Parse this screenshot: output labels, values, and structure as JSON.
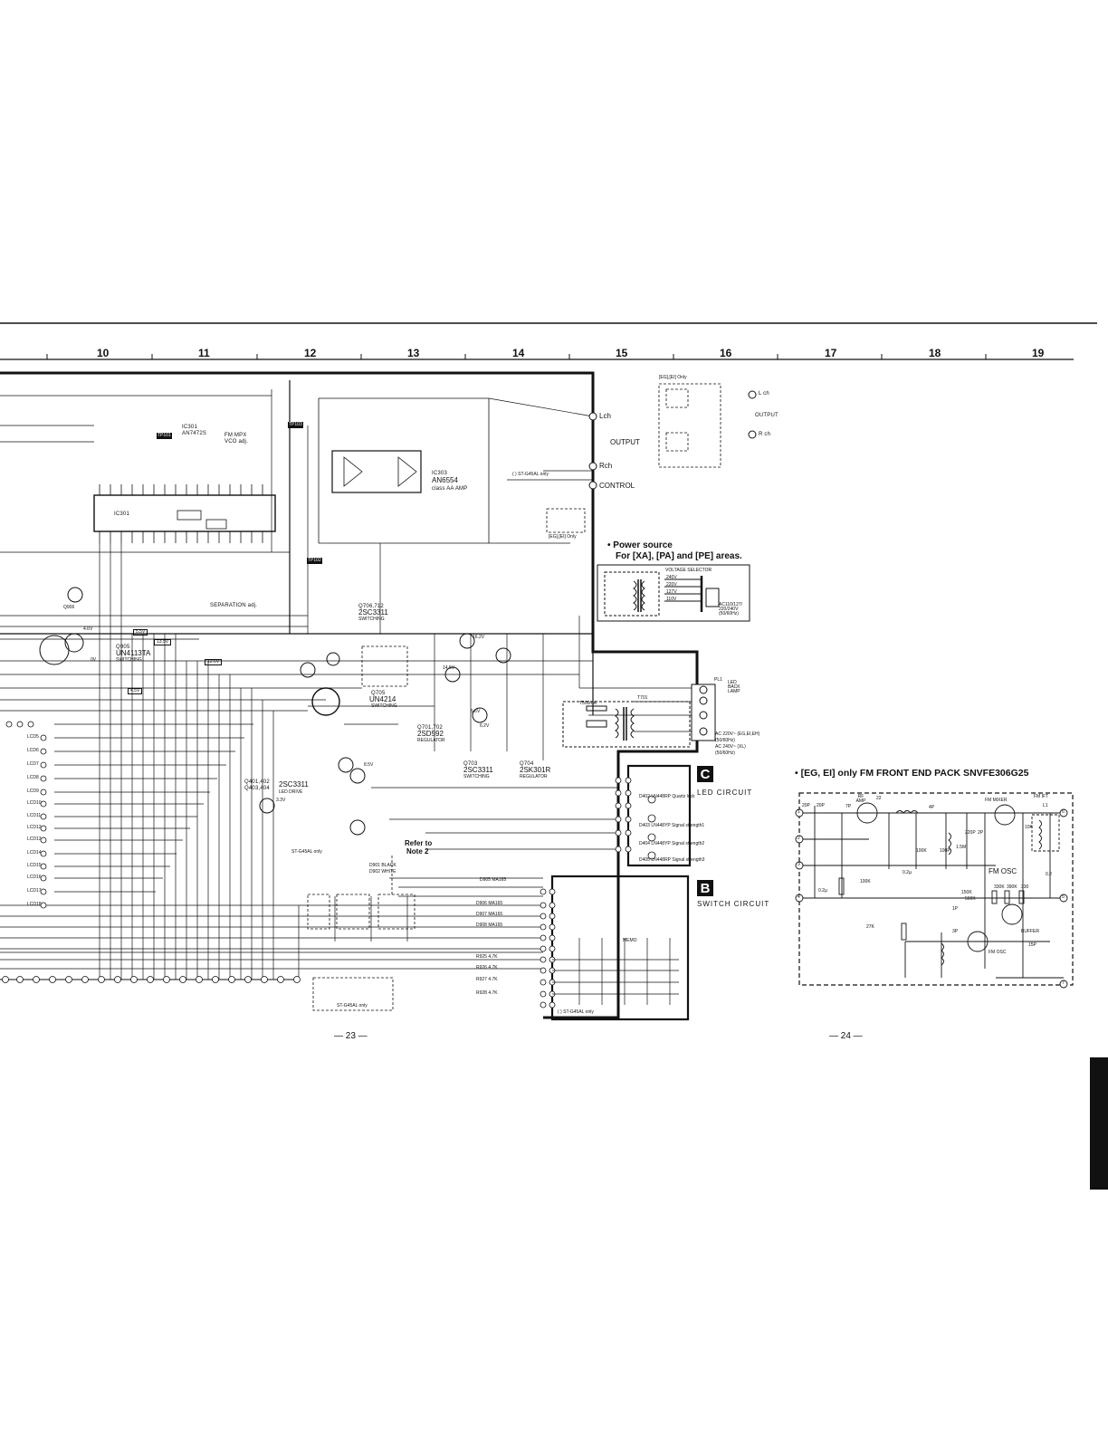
{
  "page": {
    "column_numbers": [
      "10",
      "11",
      "12",
      "13",
      "14",
      "15",
      "16",
      "17",
      "18",
      "19"
    ],
    "page_left": "— 23 —",
    "page_right": "— 24 —"
  },
  "ic301": {
    "ref": "IC301",
    "part": "AN7472S",
    "desc": "FM MPX",
    "desc2": "VCO adj.",
    "body": "IC301"
  },
  "ic303": {
    "ref": "IC303",
    "part": "AN6554",
    "desc": "class AA AMP"
  },
  "outputs": {
    "lch": "Lch",
    "rch": "Rch",
    "output": "OUTPUT",
    "control": "CONTROL",
    "st_note": "( ) ST-G45AL only",
    "eg_ei_only": "[EG],[EI] Only",
    "eg_ei_only2": "[EG],[EI] Only",
    "out_lch": "L ch",
    "out_rch": "R ch",
    "out_label": "OUTPUT"
  },
  "power_source": {
    "title": "• Power source",
    "subtitle": "For [XA], [PA] and [PE] areas.",
    "voltage_selector": "VOLTAGE SELECTOR",
    "volts": [
      "240V",
      "220V",
      "127V",
      "110V"
    ],
    "ac_note": "AC110/127/ 220/240V (50/60Hz)"
  },
  "transistors": {
    "q706": "Q706,712",
    "q706_part": "2SC3311",
    "q706_desc": "SWITCHING",
    "q905": "Q905",
    "q905_part": "UN4113TA",
    "q905_desc": "SWITCHING",
    "q705": "Q705",
    "q705_part": "UN4214",
    "q705_desc": "SWITCHING",
    "q701": "Q701,702",
    "q701_part": "2SD592",
    "q701_desc": "REGULATOR",
    "q703": "Q703",
    "q703_part": "2SC3311",
    "q703_desc": "SWITCHING",
    "q704": "Q704",
    "q704_part": "2SK301R",
    "q704_desc": "REGULATOR",
    "q401": "Q401,402",
    "q401b": "Q403,404",
    "q401_part": "2SC3311",
    "q401_desc": "LED DRIVE",
    "separation": "SEPARATION adj.",
    "tp101": "TP101",
    "tp102": "TP102",
    "tp103": "TP103",
    "q906": "Q906"
  },
  "voltages": [
    "5.5V",
    "13.5V",
    "12.6V",
    "4.5V",
    "3.3V",
    "16.2V",
    "6.2V",
    "5.6V",
    "4.6V",
    "0V",
    "14.5V",
    "8.5V"
  ],
  "led_circuit": {
    "badge": "C",
    "title": "LED CIRCUIT",
    "items": [
      "D402 LN448RP Quartz lock",
      "D403 LN448YP Signal strength1",
      "D404 LN448YP Signal strength2",
      "D405 LN448RP Signal strength3"
    ]
  },
  "switch_circuit": {
    "badge": "B",
    "title": "SWITCH CIRCUIT",
    "diodes": [
      "D905 MA165",
      "D906 MA165",
      "D907 MA165",
      "D908 MA165"
    ],
    "resistors": [
      "R925 4.7K",
      "R926 4.7K",
      "R927 4.7K",
      "R928 4.7K"
    ],
    "note": "( ) ST-G45AL only",
    "memo": "MEMO"
  },
  "notes": {
    "refer": "Refer to",
    "refer2": "Note 2",
    "d901": "D901 BLACK",
    "d902": "D902 WHITE",
    "st_only": "ST-G45AL only",
    "st_only2": "ST-G45AL only"
  },
  "ac_labels": {
    "pl1": "PL1",
    "led_back": "LED BACK LAMP",
    "ac1": "AC 220V~ (EG,EI,EH)",
    "ac1b": "(50/60Hz)",
    "ac2": "AC 240V~ (XL)",
    "ac2b": "(50/60Hz)",
    "t500": "T500mA",
    "t701": "T701"
  },
  "lcd": {
    "labels": [
      "LCD5",
      "LCD6",
      "LCD7",
      "LCD8",
      "LCD9",
      "LCD10",
      "LCD11",
      "LCD12",
      "LCD13",
      "LCD14",
      "LCD15",
      "LCD16",
      "LCD17",
      "LCD18"
    ]
  },
  "fm_front_end": {
    "title": "• [EG, EI] only FM FRONT END PACK SNVFE306G25",
    "rf_amp": "RF AMP",
    "fm_mixer": "FM MIXER",
    "fm_ift": "FM IFT",
    "l1": "L1",
    "fm_osc": "FM OSC",
    "fm_osc2": "FM OSC",
    "buffer": "BUFFER",
    "values": [
      "20P",
      "20P",
      "7P",
      "22",
      "4P",
      "10K",
      "150K",
      "560K",
      "330K",
      "390K",
      "330",
      "1P",
      "3P",
      "27K",
      "100K",
      "1.5M",
      "220P",
      "2P",
      "100P",
      "100K",
      "0.2µ",
      "0.2µ",
      "15P",
      "0.2"
    ],
    "pins": [
      "1",
      "2",
      "3",
      "4",
      "5",
      "6",
      "7"
    ]
  }
}
